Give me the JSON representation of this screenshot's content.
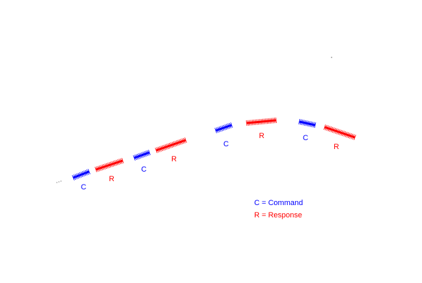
{
  "colors": {
    "command": "#0000ff",
    "response": "#ff0000",
    "background": "#ffffff",
    "dots": "#555555"
  },
  "labels": {
    "command": "C",
    "response": "R"
  },
  "legend": {
    "command": "C = Command",
    "response": "R = Response"
  },
  "sequence": [
    "command",
    "response",
    "command",
    "response",
    "command",
    "response",
    "command",
    "response"
  ]
}
